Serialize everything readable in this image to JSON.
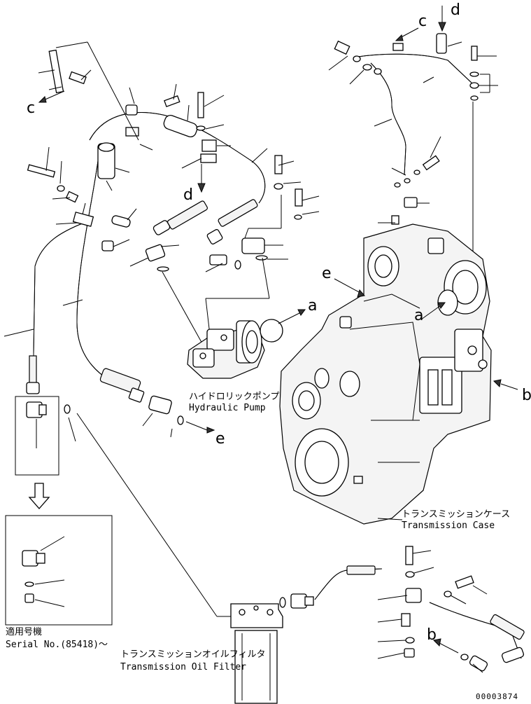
{
  "labels": {
    "hydraulic_pump_jp": "ハイドロリックポンプ",
    "hydraulic_pump_en": "Hydraulic Pump",
    "transmission_case_jp": "トランスミッションケース",
    "transmission_case_en": "Transmission Case",
    "oil_filter_jp": "トランスミッションオイルフィルタ",
    "oil_filter_en": "Transmission Oil Filter",
    "serial_jp": "適用号機",
    "serial_en": "Serial No.(85418)～"
  },
  "refs": {
    "c_top": "c",
    "d_top": "d",
    "c_left": "c",
    "d_mid": "d",
    "a": "a",
    "e_case": "e",
    "a_case": "a",
    "b_right": "b",
    "e_bottom": "e",
    "b_bottom": "b"
  },
  "doc_number": "00003874"
}
